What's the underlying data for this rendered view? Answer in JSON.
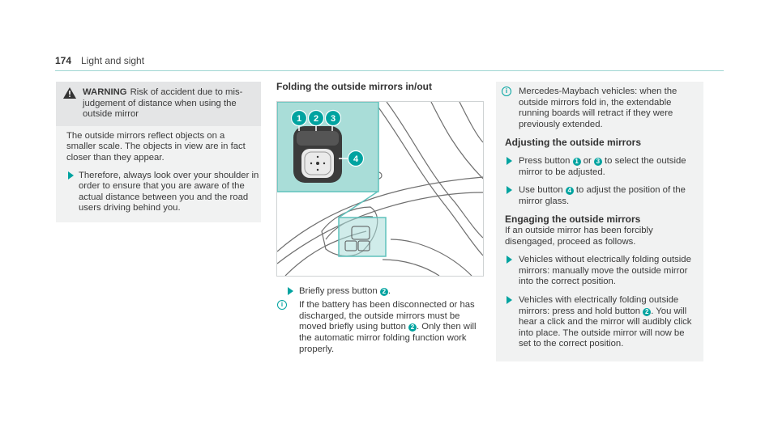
{
  "header": {
    "page_number": "174",
    "section": "Light and sight"
  },
  "warning": {
    "label": "WARNING",
    "title_rest": "Risk of accident due to mis-judgement of distance when using the outside mirror",
    "body": "The outside mirrors reflect objects on a smaller scale. The objects in view are in fact closer than they appear.",
    "step": "Therefore, always look over your shoulder in order to ensure that you are aware of the actual distance between you and the road users driving behind you."
  },
  "folding": {
    "heading": "Folding the outside mirrors in/out",
    "figure_callouts": [
      "1",
      "2",
      "3",
      "4"
    ],
    "step_text": "Briefly press button",
    "step_num": "2",
    "note_before": "If the battery has been disconnected or has discharged, the outside mirrors must be moved briefly using button",
    "note_num": "2",
    "note_after": ". Only then will the automatic mirror folding function work properly."
  },
  "right": {
    "intro_note": "Mercedes-Maybach vehicles: when the outside mirrors fold in, the extendable running boards will retract if they were previously extended.",
    "adjust_heading": "Adjusting the outside mirrors",
    "adjust_step1_pre": "Press button",
    "adjust_step1_num1": "1",
    "adjust_step1_mid": "or",
    "adjust_step1_num2": "3",
    "adjust_step1_post": "to select the outside mirror to be adjusted.",
    "adjust_step2_pre": "Use button",
    "adjust_step2_num": "4",
    "adjust_step2_post": "to adjust the position of the mirror glass.",
    "engage_heading": "Engaging the outside mirrors",
    "engage_text": "If an outside mirror has been forcibly disengaged, proceed as follows.",
    "engage_step1": "Vehicles without electrically folding outside mirrors: manually move the outside mirror into the correct position.",
    "engage_step2_pre": "Vehicles with electrically folding outside mirrors: press and hold button",
    "engage_step2_num": "2",
    "engage_step2_post": ". You will hear a click and the mirror will audibly click into place. The outside mirror will now be set to the correct position."
  },
  "colors": {
    "accent": "#00a3a0",
    "box_bg": "#f1f2f2",
    "box_head": "#e4e5e6",
    "inset_bg": "#a9ddd8"
  }
}
